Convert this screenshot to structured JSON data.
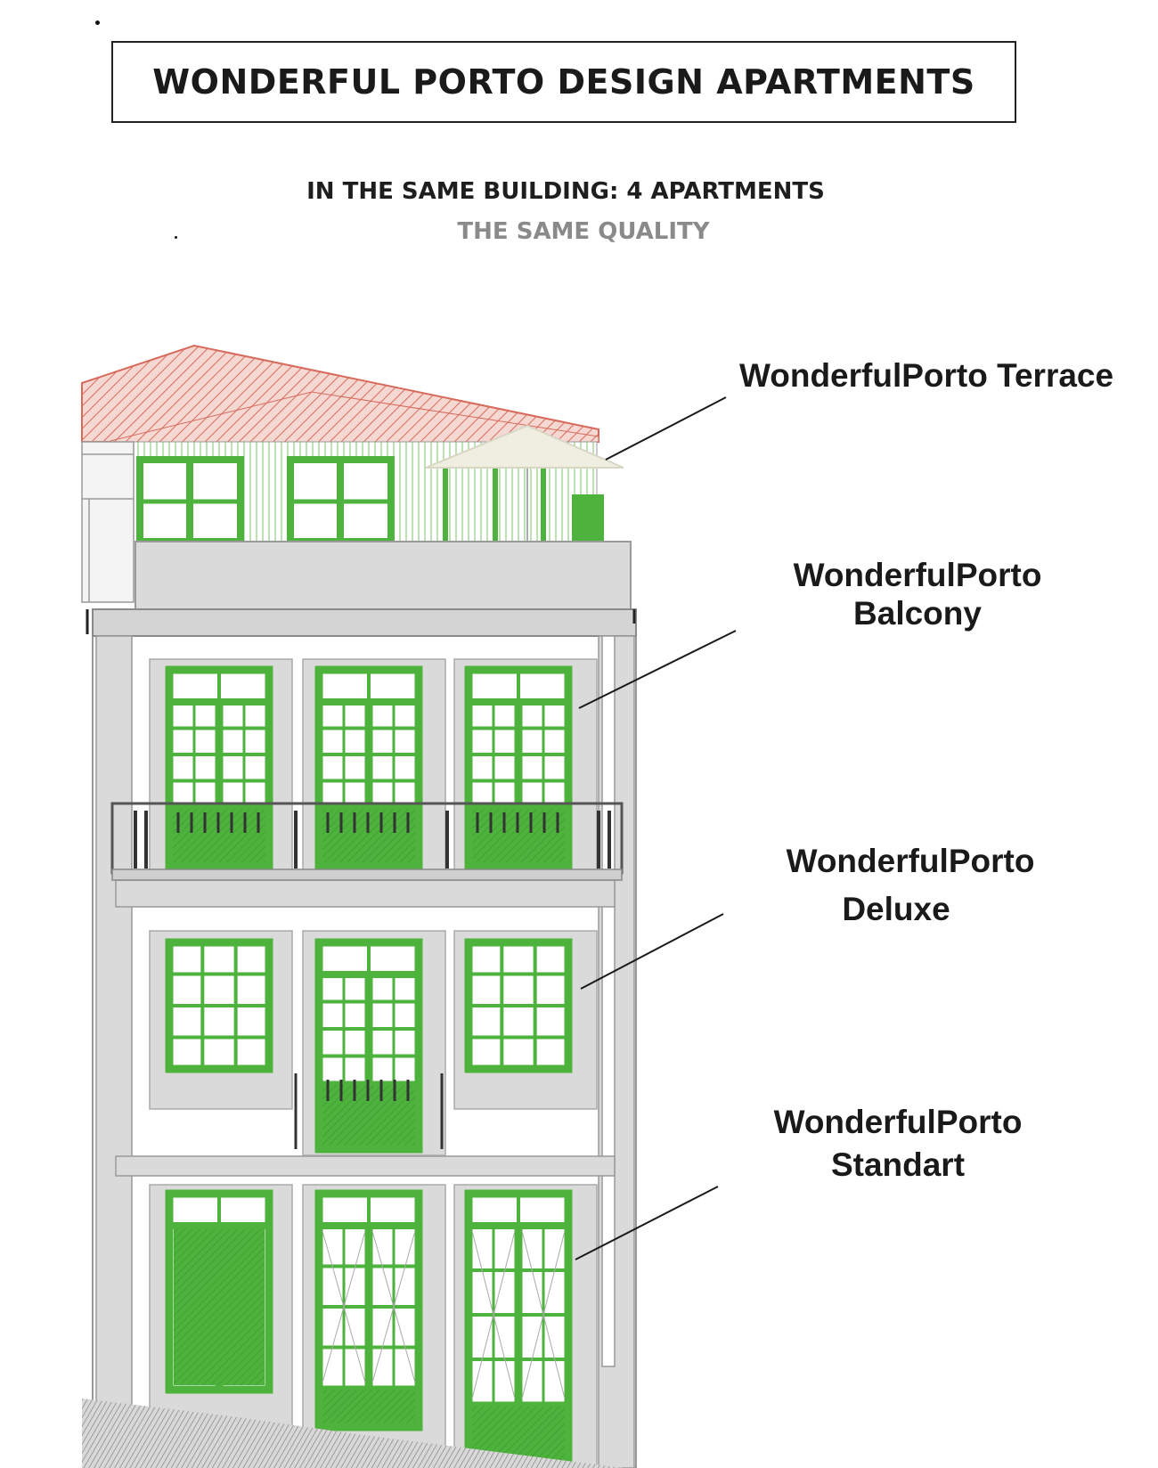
{
  "header": {
    "title": "WONDERFUL PORTO DESIGN APARTMENTS",
    "subtitle": "IN THE SAME BUILDING: 4 APARTMENTS",
    "tagline": "THE SAME QUALITY"
  },
  "apartments": [
    {
      "line1": "WonderfulPorto Terrace",
      "line2": ""
    },
    {
      "line1": "WonderfulPorto",
      "line2": "Balcony"
    },
    {
      "line1": "WonderfulPorto",
      "line2": "Deluxe"
    },
    {
      "line1": "WonderfulPorto",
      "line2": "Standart"
    }
  ],
  "colors": {
    "frame_green": "#4db33d",
    "roof_red": "#e07b6e",
    "stone_grey": "#dadada",
    "umbrella": "#efeee0"
  }
}
